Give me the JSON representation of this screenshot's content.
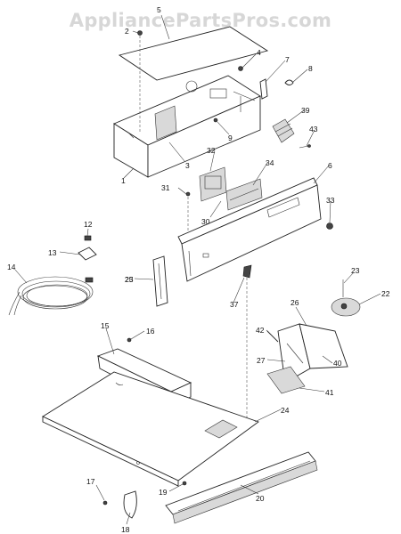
{
  "watermark": "AppliancePartsPros.com",
  "callouts": [
    "1",
    "2",
    "3",
    "4",
    "5",
    "6",
    "7",
    "8",
    "9",
    "12",
    "13",
    "14",
    "15",
    "16",
    "17",
    "18",
    "19",
    "20",
    "22",
    "23",
    "23",
    "24",
    "25",
    "26",
    "27",
    "30",
    "31",
    "32",
    "33",
    "34",
    "37",
    "39",
    "40",
    "41",
    "42",
    "43"
  ]
}
